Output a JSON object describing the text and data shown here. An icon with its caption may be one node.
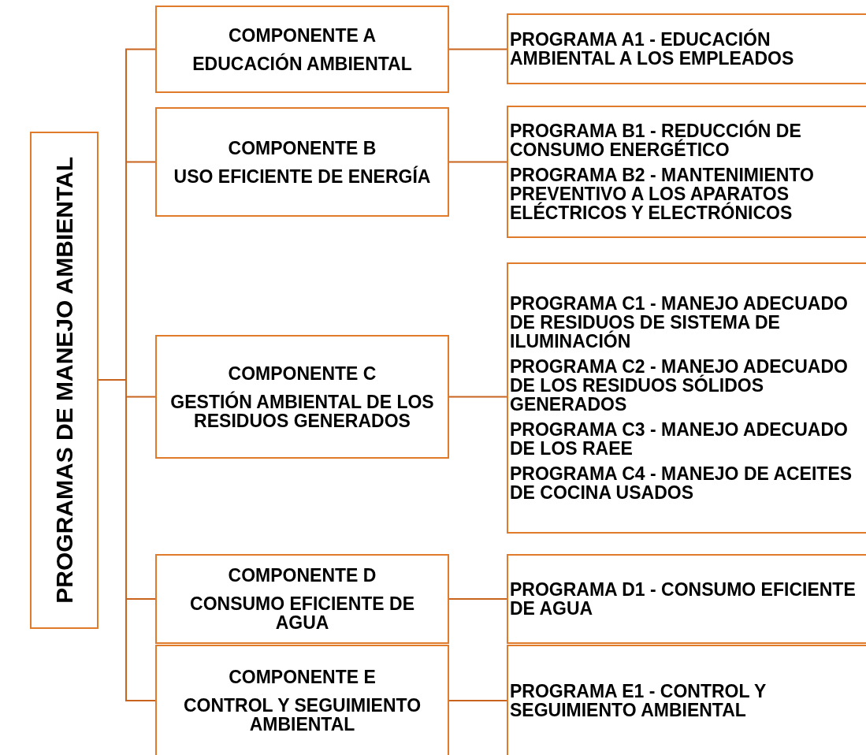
{
  "diagram": {
    "nodes": [
      {
        "text": [
          "PROGRAMAS DE MANEJO AMBIENTAL"
        ]
      },
      {
        "text": [
          "COMPONENTE A",
          "EDUCACIÓN AMBIENTAL"
        ]
      },
      {
        "text": [
          "PROGRAMA A1 - EDUCACIÓN AMBIENTAL A LOS EMPLEADOS"
        ]
      },
      {
        "text": [
          "COMPONENTE B",
          "USO EFICIENTE DE ENERGÍA"
        ]
      },
      {
        "text": [
          "PROGRAMA B1 - REDUCCIÓN DE CONSUMO ENERGÉTICO",
          "PROGRAMA B2 - MANTENIMIENTO PREVENTIVO A LOS APARATOS ELÉCTRICOS Y ELECTRÓNICOS"
        ]
      },
      {
        "text": [
          "COMPONENTE C",
          "GESTIÓN AMBIENTAL DE LOS RESIDUOS GENERADOS"
        ]
      },
      {
        "text": [
          "PROGRAMA C1 - MANEJO ADECUADO DE RESIDUOS DE SISTEMA DE ILUMINACIÓN",
          "PROGRAMA C2 - MANEJO ADECUADO DE LOS RESIDUOS SÓLIDOS GENERADOS",
          "PROGRAMA C3 - MANEJO ADECUADO DE LOS RAEE",
          "PROGRAMA C4 - MANEJO DE ACEITES DE COCINA USADOS"
        ]
      },
      {
        "text": [
          "COMPONENTE D",
          "CONSUMO EFICIENTE DE AGUA"
        ]
      },
      {
        "text": [
          "PROGRAMA D1 - CONSUMO EFICIENTE DE AGUA"
        ]
      },
      {
        "text": [
          "COMPONENTE E",
          "CONTROL Y SEGUIMIENTO AMBIENTAL"
        ]
      },
      {
        "text": [
          "PROGRAMA E1 - CONTROL Y SEGUIMIENTO AMBIENTAL"
        ]
      }
    ],
    "edges": [
      {
        "from": 0,
        "to": 1,
        "arrow": "none"
      },
      {
        "from": 0,
        "to": 3,
        "arrow": "none"
      },
      {
        "from": 0,
        "to": 5,
        "arrow": "none"
      },
      {
        "from": 0,
        "to": 7,
        "arrow": "none"
      },
      {
        "from": 0,
        "to": 9,
        "arrow": "none"
      },
      {
        "from": 1,
        "to": 2,
        "arrow": "none"
      },
      {
        "from": 3,
        "to": 4,
        "arrow": "none"
      },
      {
        "from": 5,
        "to": 6,
        "arrow": "none"
      },
      {
        "from": 7,
        "to": 8,
        "arrow": "none"
      },
      {
        "from": 9,
        "to": 10,
        "arrow": "none"
      }
    ]
  }
}
